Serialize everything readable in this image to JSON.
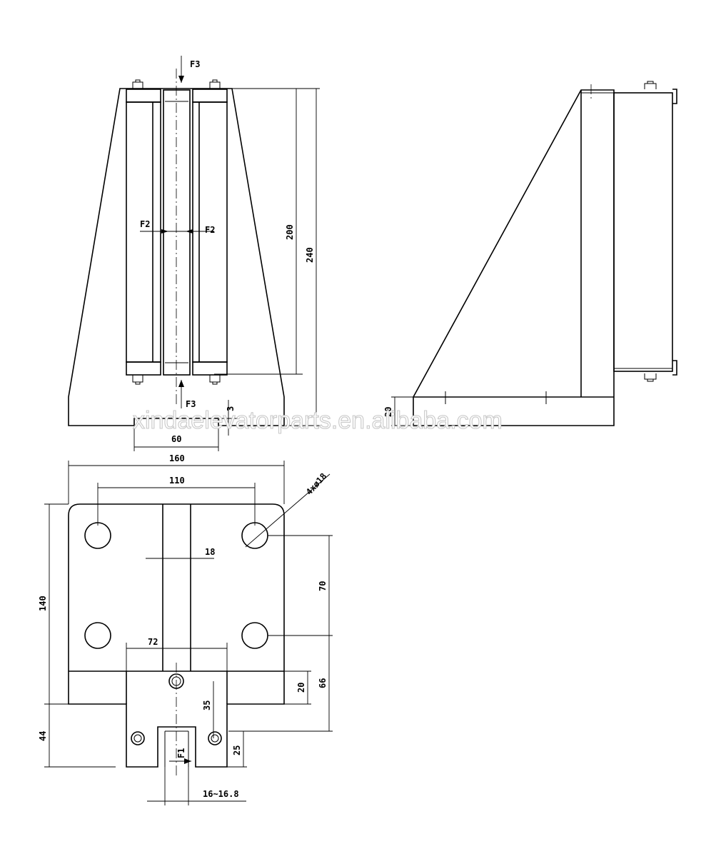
{
  "labels": {
    "force_top": "F3",
    "force_bottom": "F3",
    "force_side_left": "F2",
    "force_side_right": "F2",
    "force_slot": "F1"
  },
  "dimensions": {
    "d200": "200",
    "d240": "240",
    "d3": "3",
    "d60": "60",
    "d20_side": "20",
    "d160": "160",
    "d110": "110",
    "holes": "4xø18",
    "d18": "18",
    "d70": "70",
    "d140": "140",
    "d72": "72",
    "d20_front": "20",
    "d66": "66",
    "d35": "35",
    "d44": "44",
    "d25": "25",
    "gap": "16~16.8"
  },
  "watermark": "xindaelevatorparts.en.alibaba.com",
  "colors": {
    "line": "#000000",
    "background": "#ffffff"
  }
}
